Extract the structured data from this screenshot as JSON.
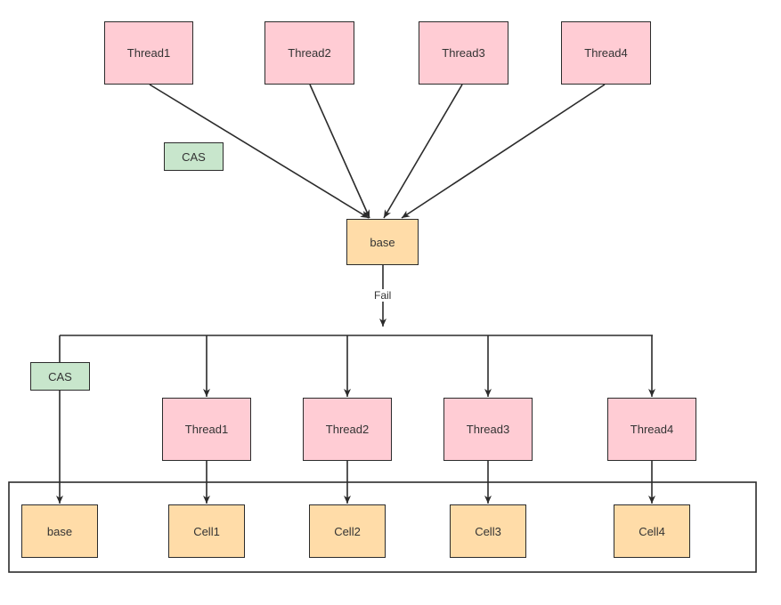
{
  "top": {
    "threads": [
      "Thread1",
      "Thread2",
      "Thread3",
      "Thread4"
    ],
    "cas_label": "CAS",
    "target": "base"
  },
  "fail_label": "Fail",
  "bottom": {
    "cas_label": "CAS",
    "threads": [
      "Thread1",
      "Thread2",
      "Thread3",
      "Thread4"
    ],
    "cells": [
      "base",
      "Cell1",
      "Cell2",
      "Cell3",
      "Cell4"
    ]
  },
  "colors": {
    "thread_fill": "#ffccd4",
    "cas_fill": "#c8e6cc",
    "cell_fill": "#ffdca8",
    "stroke": "#2b2b2b"
  }
}
